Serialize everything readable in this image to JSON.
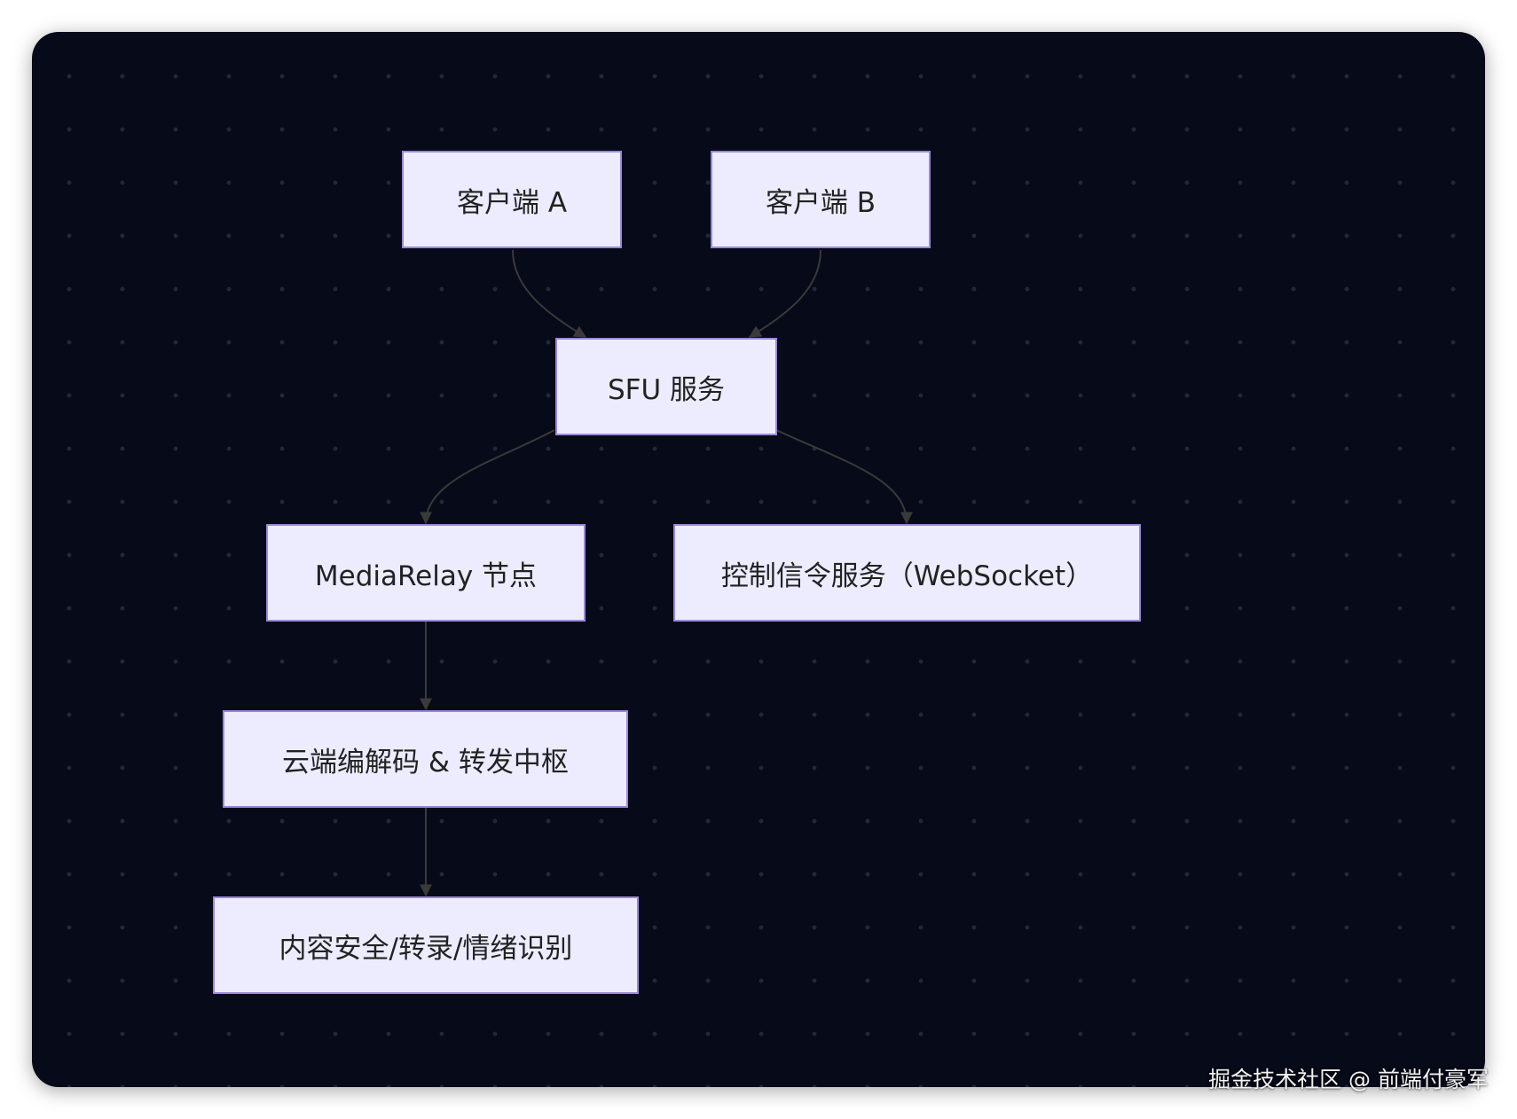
{
  "diagram": {
    "type": "flowchart",
    "direction": "top-down",
    "nodes": [
      {
        "id": "client_a",
        "label": "客户端 A"
      },
      {
        "id": "client_b",
        "label": "客户端 B"
      },
      {
        "id": "sfu",
        "label": "SFU 服务"
      },
      {
        "id": "media_relay",
        "label": "MediaRelay 节点"
      },
      {
        "id": "signaling",
        "label": "控制信令服务（WebSocket）"
      },
      {
        "id": "codec_hub",
        "label": "云端编解码 & 转发中枢"
      },
      {
        "id": "content_ai",
        "label": "内容安全/转录/情绪识别"
      }
    ],
    "edges": [
      {
        "from": "client_a",
        "to": "sfu"
      },
      {
        "from": "client_b",
        "to": "sfu"
      },
      {
        "from": "sfu",
        "to": "media_relay"
      },
      {
        "from": "sfu",
        "to": "signaling"
      },
      {
        "from": "media_relay",
        "to": "codec_hub"
      },
      {
        "from": "codec_hub",
        "to": "content_ai"
      }
    ]
  },
  "colors": {
    "background": "#070a18",
    "grid_dot": "#232838",
    "node_fill": "#ececfe",
    "node_border": "#9a88db",
    "node_text": "#222222",
    "edge": "#3a3a3a"
  },
  "watermark": "掘金技术社区 @ 前端付豪军"
}
